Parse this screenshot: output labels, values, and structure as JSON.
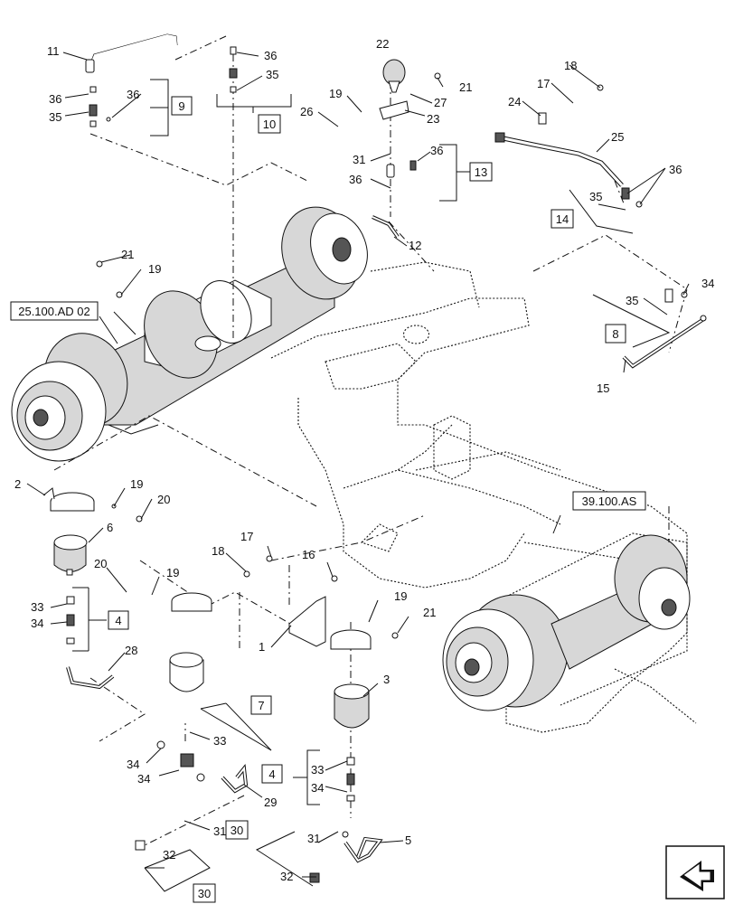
{
  "callouts": [
    "1",
    "2",
    "3",
    "4",
    "5",
    "6",
    "7",
    "8",
    "9",
    "10",
    "11",
    "12",
    "13",
    "14",
    "15",
    "16",
    "17",
    "18",
    "19",
    "20",
    "21",
    "22",
    "23",
    "24",
    "25",
    "26",
    "27",
    "28",
    "29",
    "30",
    "31",
    "32",
    "33",
    "34",
    "35",
    "36"
  ],
  "boxes": {
    "b4a": "4",
    "b4b": "4",
    "b7": "7",
    "b8": "8",
    "b9": "9",
    "b10": "10",
    "b13": "13",
    "b14": "14",
    "b30a": "30",
    "b30b": "30",
    "ref_axle": "25.100.AD 02",
    "ref_frame": "39.100.AS"
  },
  "icon": "navigation-arrow-icon"
}
